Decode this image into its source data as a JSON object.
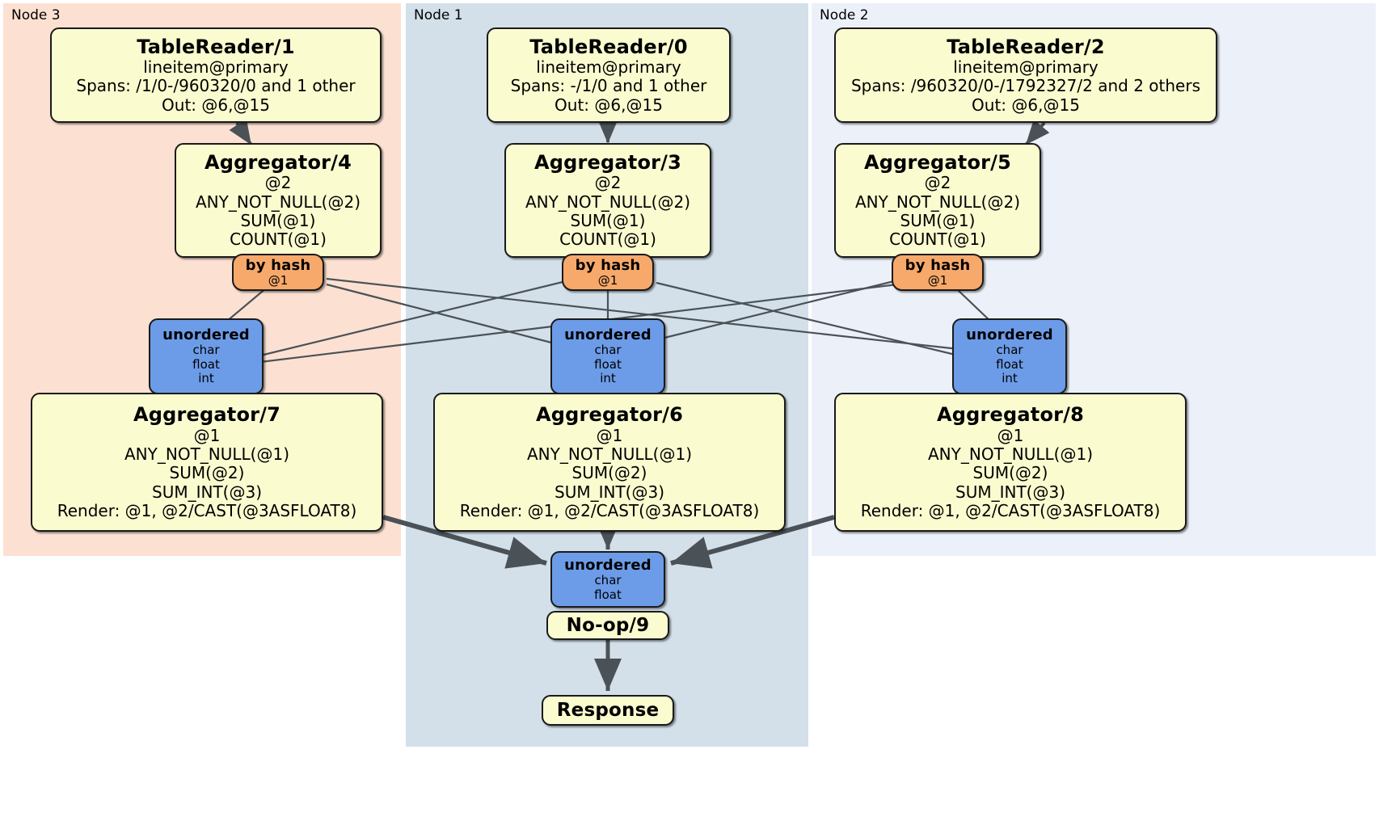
{
  "diagram": {
    "type": "distributed-query-plan",
    "colors": {
      "node3_bg": "#fce1d2",
      "node1_bg": "#d3e0ea",
      "node2_bg": "#ecf1f9",
      "processor_bg": "#fbfbd0",
      "hash_router_bg": "#f7a96b",
      "unordered_router_bg": "#6c9ce8",
      "edge": "#4a5257",
      "border": "#1a1a1a"
    }
  },
  "regions": [
    {
      "id": "node3",
      "label": "Node 3"
    },
    {
      "id": "node1",
      "label": "Node 1"
    },
    {
      "id": "node2",
      "label": "Node 2"
    }
  ],
  "table_readers": [
    {
      "title": "TableReader/1",
      "table": "lineitem@primary",
      "spans": "Spans: /1/0-/960320/0 and 1 other",
      "out": "Out: @6,@15"
    },
    {
      "title": "TableReader/0",
      "table": "lineitem@primary",
      "spans": "Spans: -/1/0 and 1 other",
      "out": "Out: @6,@15"
    },
    {
      "title": "TableReader/2",
      "table": "lineitem@primary",
      "spans": "Spans: /960320/0-/1792327/2 and 2 others",
      "out": "Out: @6,@15"
    }
  ],
  "stage1_aggregators": [
    {
      "title": "Aggregator/4",
      "group": "@2",
      "aggs": [
        "ANY_NOT_NULL(@2)",
        "SUM(@1)",
        "COUNT(@1)"
      ]
    },
    {
      "title": "Aggregator/3",
      "group": "@2",
      "aggs": [
        "ANY_NOT_NULL(@2)",
        "SUM(@1)",
        "COUNT(@1)"
      ]
    },
    {
      "title": "Aggregator/5",
      "group": "@2",
      "aggs": [
        "ANY_NOT_NULL(@2)",
        "SUM(@1)",
        "COUNT(@1)"
      ]
    }
  ],
  "hash_routers": [
    {
      "title": "by hash",
      "column": "@1"
    },
    {
      "title": "by hash",
      "column": "@1"
    },
    {
      "title": "by hash",
      "column": "@1"
    }
  ],
  "unordered_routers": [
    {
      "title": "unordered",
      "types": [
        "char",
        "float",
        "int"
      ]
    },
    {
      "title": "unordered",
      "types": [
        "char",
        "float",
        "int"
      ]
    },
    {
      "title": "unordered",
      "types": [
        "char",
        "float",
        "int"
      ]
    }
  ],
  "stage2_aggregators": [
    {
      "title": "Aggregator/7",
      "group": "@1",
      "aggs": [
        "ANY_NOT_NULL(@1)",
        "SUM(@2)",
        "SUM_INT(@3)"
      ],
      "render": "Render: @1, @2/CAST(@3ASFLOAT8)"
    },
    {
      "title": "Aggregator/6",
      "group": "@1",
      "aggs": [
        "ANY_NOT_NULL(@1)",
        "SUM(@2)",
        "SUM_INT(@3)"
      ],
      "render": "Render: @1, @2/CAST(@3ASFLOAT8)"
    },
    {
      "title": "Aggregator/8",
      "group": "@1",
      "aggs": [
        "ANY_NOT_NULL(@1)",
        "SUM(@2)",
        "SUM_INT(@3)"
      ],
      "render": "Render: @1, @2/CAST(@3ASFLOAT8)"
    }
  ],
  "final_router": {
    "title": "unordered",
    "types": [
      "char",
      "float"
    ]
  },
  "noop": {
    "title": "No-op/9"
  },
  "response": {
    "title": "Response"
  }
}
